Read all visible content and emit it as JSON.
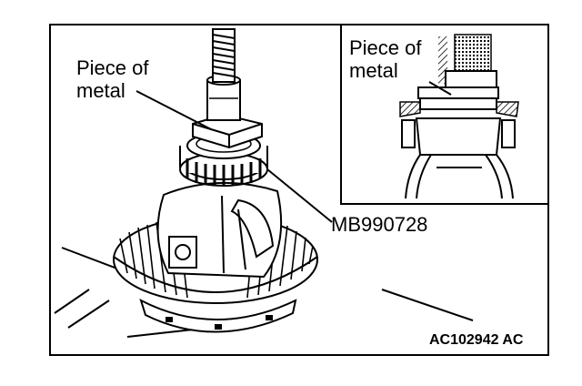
{
  "labels": {
    "main_piece": "Piece of\nmetal",
    "inset_piece": "Piece of\nmetal",
    "tool": "MB990728"
  },
  "figure_code": "AC102942 AC",
  "colors": {
    "ink": "#000000",
    "paper": "#ffffff"
  }
}
